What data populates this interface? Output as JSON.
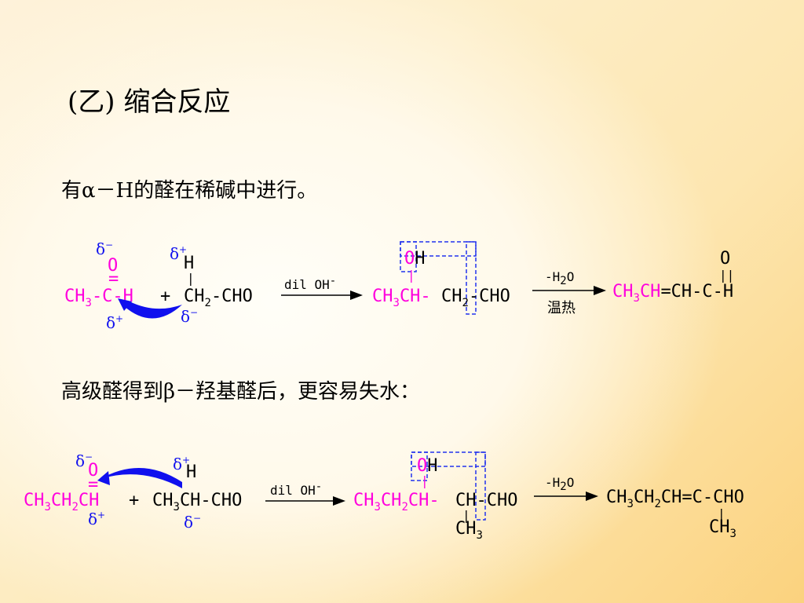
{
  "slide": {
    "title": "(乙) 缩合反应",
    "line1": "有α－H的醛在稀碱中进行。",
    "line2": "高级醛得到β－羟基醛后，更容易失水："
  },
  "scheme1": {
    "r1_top_O": "O",
    "r1_eq": "=",
    "r1_main": [
      "CH",
      "3",
      "-C-H"
    ],
    "plus": "+",
    "r2_top_H": "H",
    "r2_bar": "|",
    "r2_main": [
      "CH",
      "2",
      "-CHO"
    ],
    "arrow1_label": [
      "dil OH",
      "-"
    ],
    "p1_OH": [
      "O",
      "H"
    ],
    "p1_bar": "|",
    "p1_main_pink": [
      "CH",
      "3",
      "CH-"
    ],
    "p1_main_black": [
      "CH",
      "2",
      "-CHO"
    ],
    "arrow2_top": [
      "-H",
      "2",
      "O"
    ],
    "arrow2_bottom": "温热",
    "p2_top_O": "O",
    "p2_eq": "||",
    "p2_main_pink": [
      "CH",
      "3",
      "CH"
    ],
    "p2_main_black": "=CH-C-H",
    "delta_r1_top": [
      "δ",
      "−"
    ],
    "delta_r1_bottom": [
      "δ",
      "+"
    ],
    "delta_r2_top": [
      "δ",
      "+"
    ],
    "delta_r2_bottom": [
      "δ",
      "−"
    ]
  },
  "scheme2": {
    "r1_top_O": "O",
    "r1_eq": "=",
    "r1_main": [
      "CH",
      "3",
      "CH",
      "2",
      "CH"
    ],
    "plus": "+",
    "r2_top_H": "H",
    "r2_main": [
      "CH",
      "3",
      "CH-CHO"
    ],
    "arrow1_label": [
      "dil OH",
      "-"
    ],
    "p1_OH": [
      "O",
      "H"
    ],
    "p1_bar": "|",
    "p1_main_pink": [
      "CH",
      "3",
      "CH",
      "2",
      "CH-"
    ],
    "p1_main_black": "CH-CHO",
    "p1_bar2": "|",
    "p1_sub": [
      "CH",
      "3"
    ],
    "arrow2_top": [
      "-H",
      "2",
      "O"
    ],
    "p2_main": [
      "CH",
      "3",
      "CH",
      "2",
      "CH=C-CHO"
    ],
    "p2_bar": "|",
    "p2_sub": [
      "CH",
      "3"
    ],
    "delta_r1_top": [
      "δ",
      "−"
    ],
    "delta_r1_bottom": [
      "δ",
      "+"
    ],
    "delta_r2_top": [
      "δ",
      "+"
    ],
    "delta_r2_bottom": [
      "δ",
      "−"
    ]
  },
  "colors": {
    "pink": "#ff00dd",
    "blue": "#1010ee",
    "box": "#2233ee",
    "black": "#000000"
  }
}
